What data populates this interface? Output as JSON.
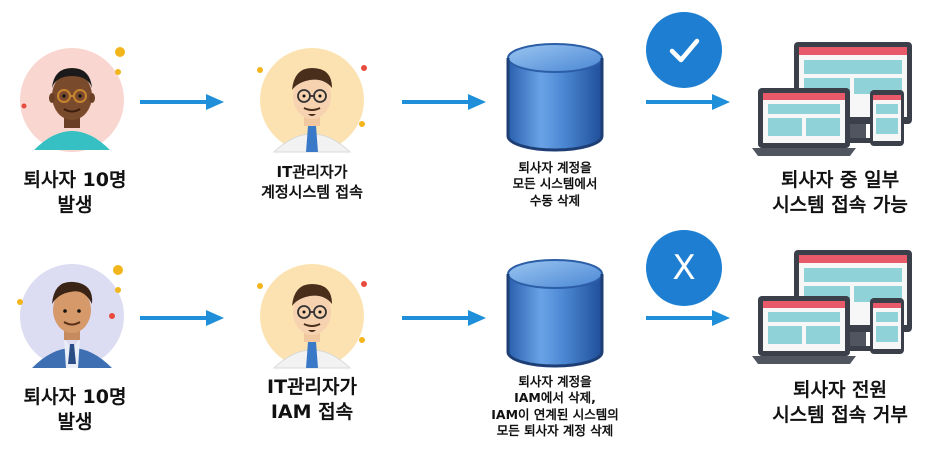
{
  "row1": {
    "person_label_line1": "퇴사자 10명",
    "person_label_line2": "발생",
    "admin_label_line1": "IT관리자가",
    "admin_label_line2": "계정시스템 접속",
    "db_label_line1": "퇴사자 계정을",
    "db_label_line2": "모든 시스템에서",
    "db_label_line3": "수동 삭제",
    "result_label_line1": "퇴사자 중 일부",
    "result_label_line2": "시스템 접속 가능",
    "badge_icon": "check-icon"
  },
  "row2": {
    "person_label_line1": "퇴사자 10명",
    "person_label_line2": "발생",
    "admin_label_line1": "IT관리자가",
    "admin_label_line2": "IAM 접속",
    "db_label_line1": "퇴사자 계정을",
    "db_label_line2": "IAM에서 삭제,",
    "db_label_line3": "IAM이 연계된 시스템의",
    "db_label_line4": "모든 퇴사자 계정 삭제",
    "result_label_line1": "퇴사자 전원",
    "result_label_line2": "시스템 접속 거부",
    "badge_text": "X"
  },
  "colors": {
    "arrow": "#1e8fd8",
    "badge": "#1e7fd2",
    "db": "#3a78c8",
    "device": "#e85a6a"
  }
}
